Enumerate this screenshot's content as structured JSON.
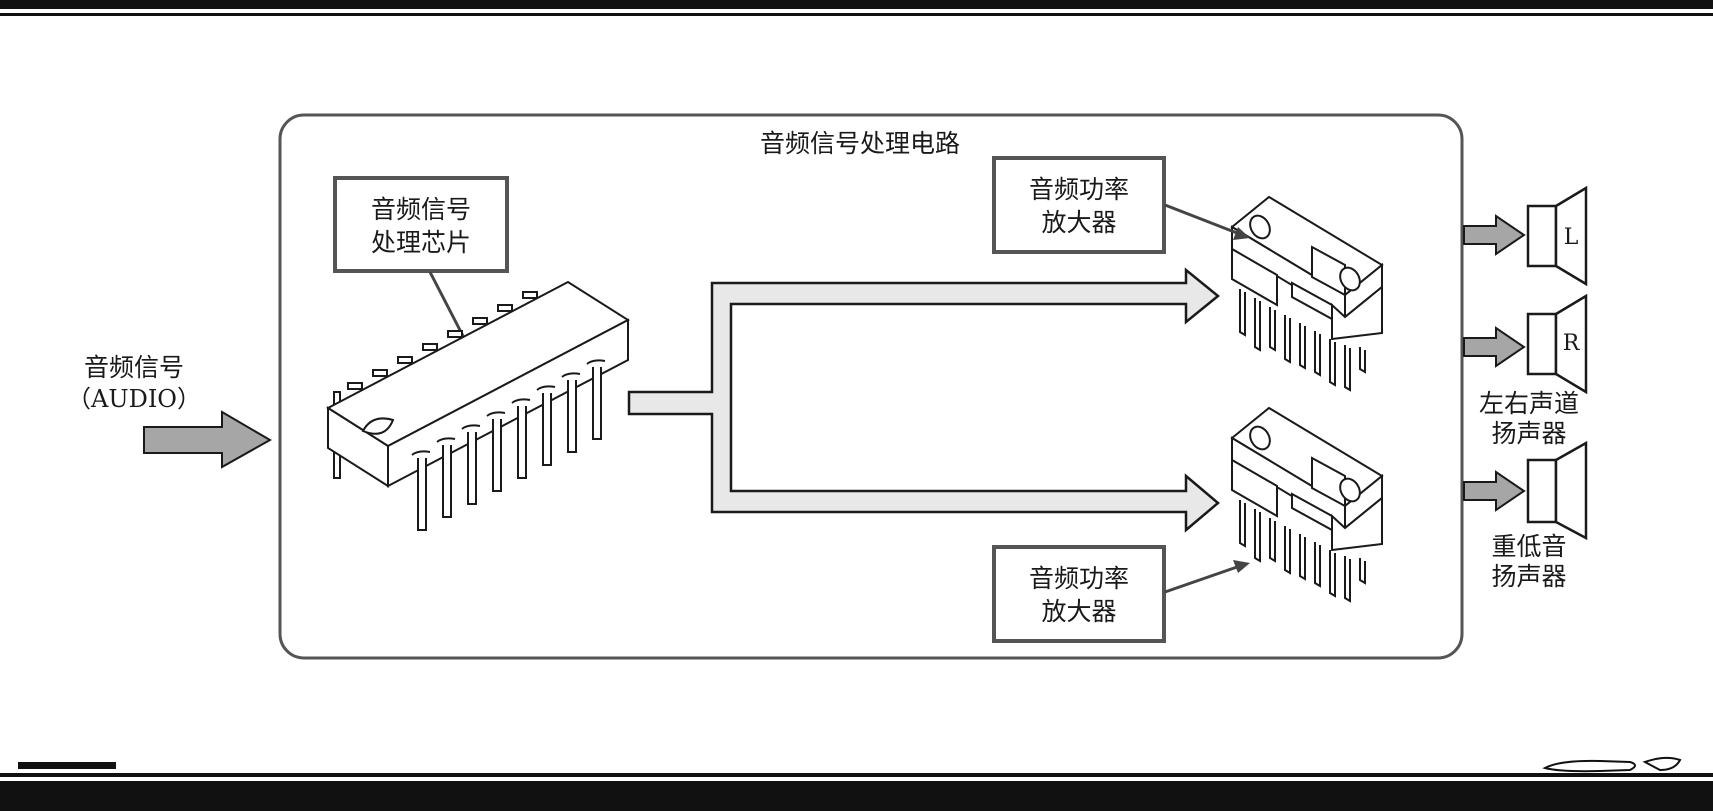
{
  "title": "音频信号处理电路",
  "input": {
    "line1": "音频信号",
    "line2": "（AUDIO）"
  },
  "chip_label": {
    "line1": "音频信号",
    "line2": "处理芯片"
  },
  "amp_top_label": {
    "line1": "音频功率",
    "line2": "放大器"
  },
  "amp_bottom_label": {
    "line1": "音频功率",
    "line2": "放大器"
  },
  "speaker_left": "L",
  "speaker_right": "R",
  "speakers_lr_label": {
    "line1": "左右声道",
    "line2": "扬声器"
  },
  "subwoofer_label": {
    "line1": "重低音",
    "line2": "扬声器"
  },
  "colors": {
    "arrow_fill": "#a6a6a6",
    "flow_fill": "#e8e8e8",
    "line": "#1a1a1a",
    "frame": "#555555"
  }
}
